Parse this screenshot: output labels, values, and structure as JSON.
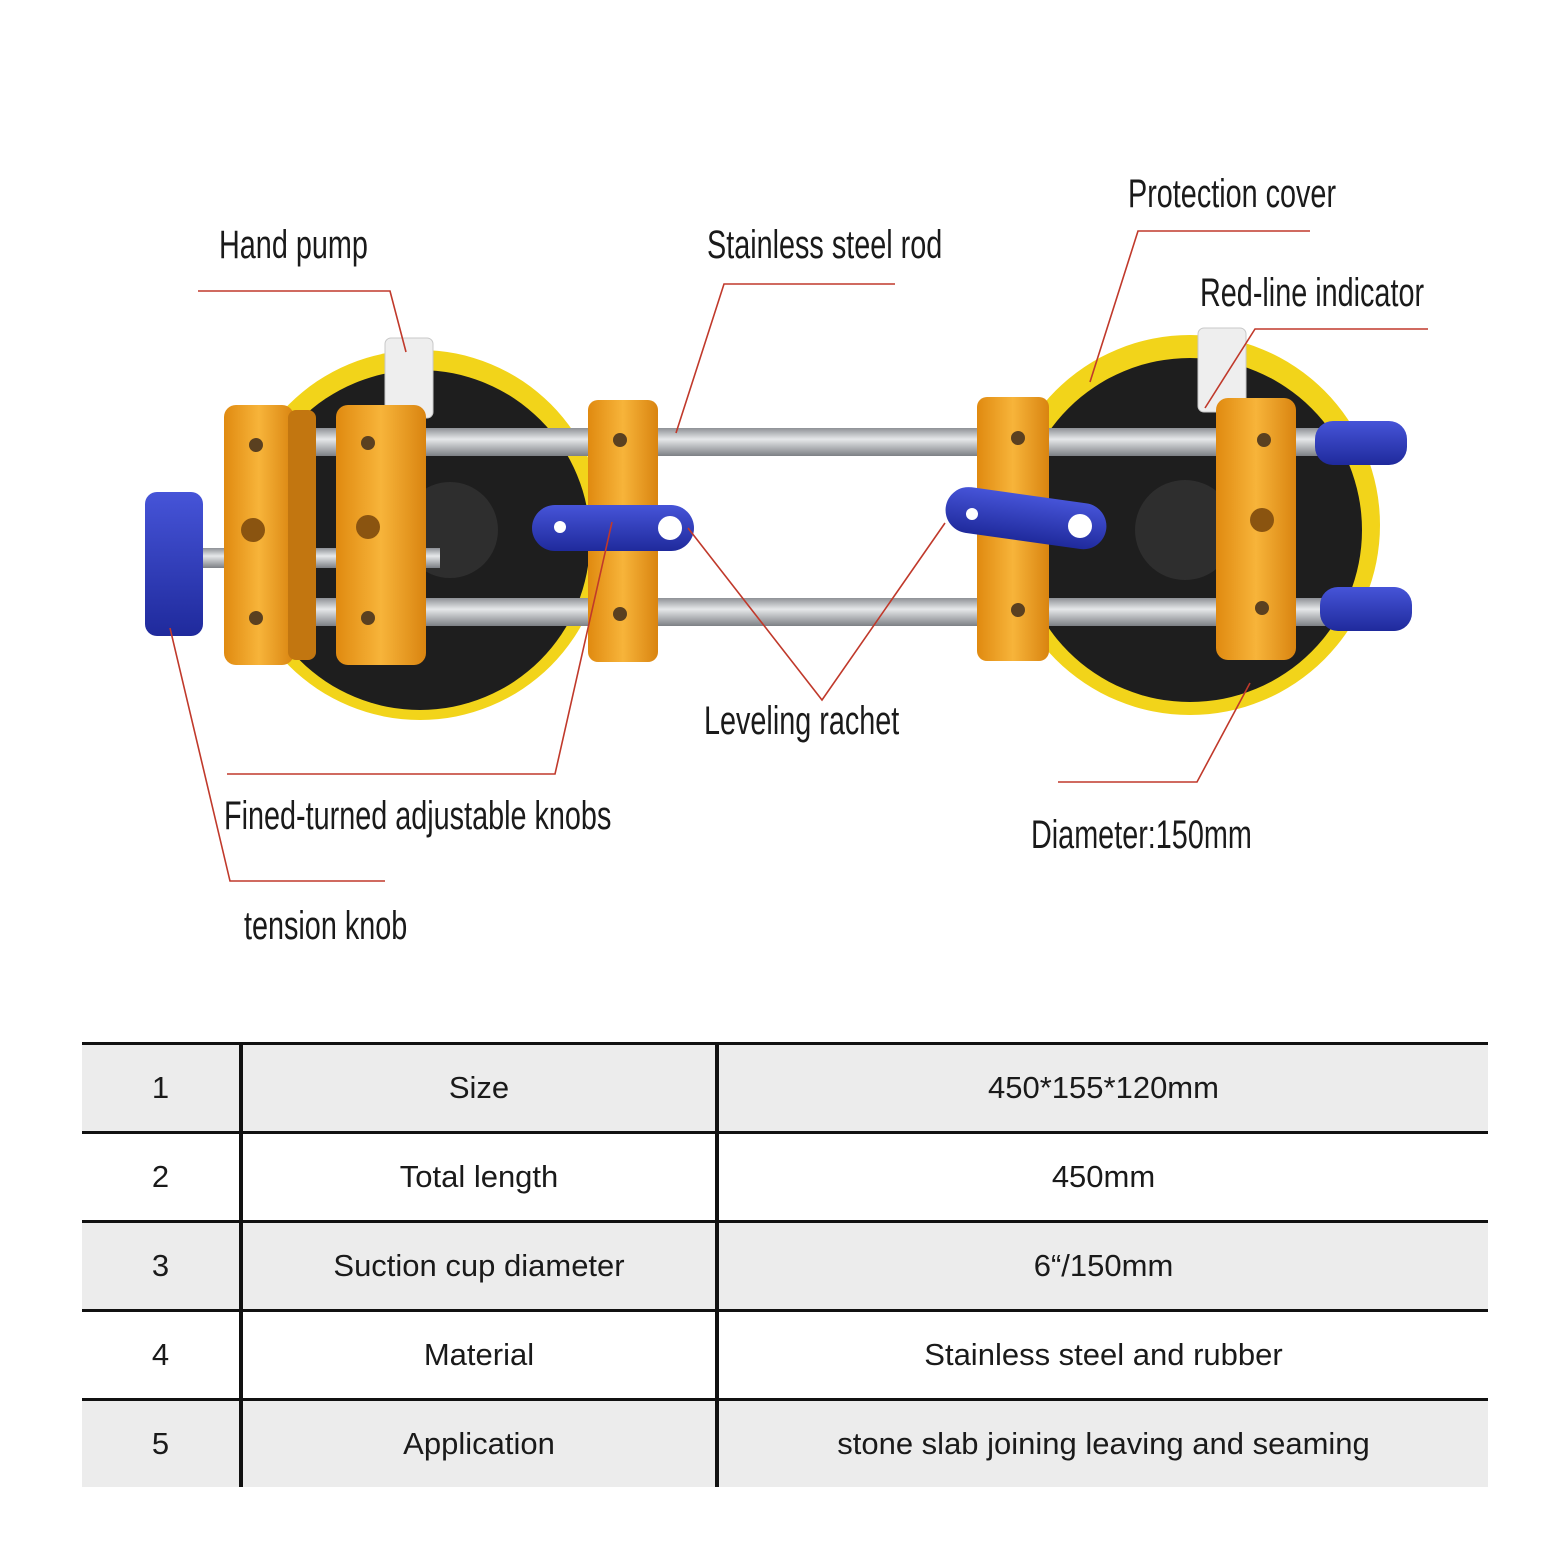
{
  "labels": {
    "hand_pump": "Hand pump",
    "stainless_rod": "Stainless steel rod",
    "protection_cover": "Protection cover",
    "red_line_indicator": "Red-line indicator",
    "leveling_rachet": "Leveling rachet",
    "adjustable_knobs": "Fined-turned adjustable knobs",
    "diameter": "Diameter:150mm",
    "tension_knob": "tension knob"
  },
  "colors": {
    "leader_line": "#c0392b",
    "cup_rim": "#f2d41a",
    "cup_body": "#1e1e1e",
    "bracket_gold": "#f0a020",
    "knob_blue": "#2a36b8",
    "rod_steel": "#b5b8bc"
  },
  "specs": [
    {
      "no": "1",
      "name": "Size",
      "value": "450*155*120mm"
    },
    {
      "no": "2",
      "name": "Total length",
      "value": "450mm"
    },
    {
      "no": "3",
      "name": "Suction cup diameter",
      "value": "6“/150mm"
    },
    {
      "no": "4",
      "name": "Material",
      "value": "Stainless steel and rubber"
    },
    {
      "no": "5",
      "name": "Application",
      "value": "stone slab joining leaving and seaming"
    }
  ]
}
